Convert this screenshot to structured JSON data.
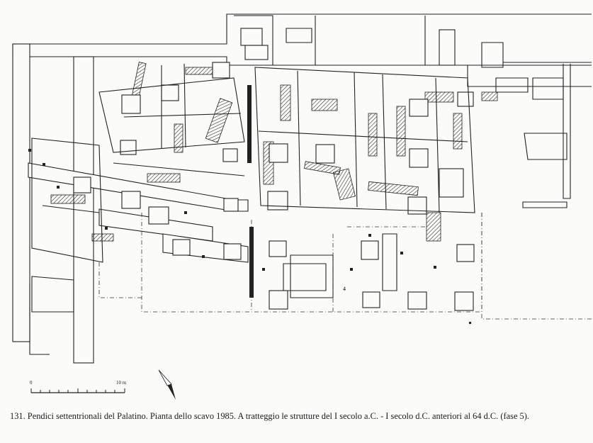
{
  "figure": {
    "caption_number": "131.",
    "caption_text": "Pendici settentrionali del Palatino. Pianta dello scavo 1985. A tratteggio le strutture del I secolo a.C. - I secolo d.C. anteriori al 64 d.C. (fase 5).",
    "scale_bar": {
      "start_label": "0",
      "end_label": "10 m",
      "ticks": 10
    },
    "plan_label": "4"
  }
}
